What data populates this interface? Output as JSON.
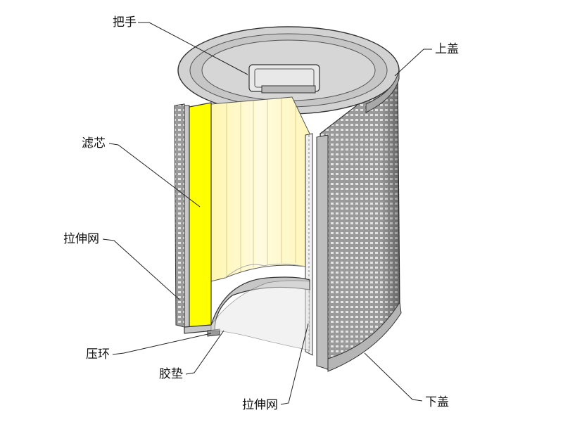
{
  "labels": {
    "handle": "把手",
    "top_cover": "上盖",
    "filter_core": "滤芯",
    "stretch_mesh_left": "拉伸网",
    "press_ring": "压环",
    "gasket": "胶垫",
    "stretch_mesh_bottom": "拉伸网",
    "bottom_cover": "下盖"
  },
  "colors": {
    "filter_highlight": "#ffff00",
    "pleat_fill": "#fdf9c8",
    "cover_gray": "#cfcfcf",
    "mesh_gray": "#8a8a8a",
    "outline": "#333333"
  }
}
